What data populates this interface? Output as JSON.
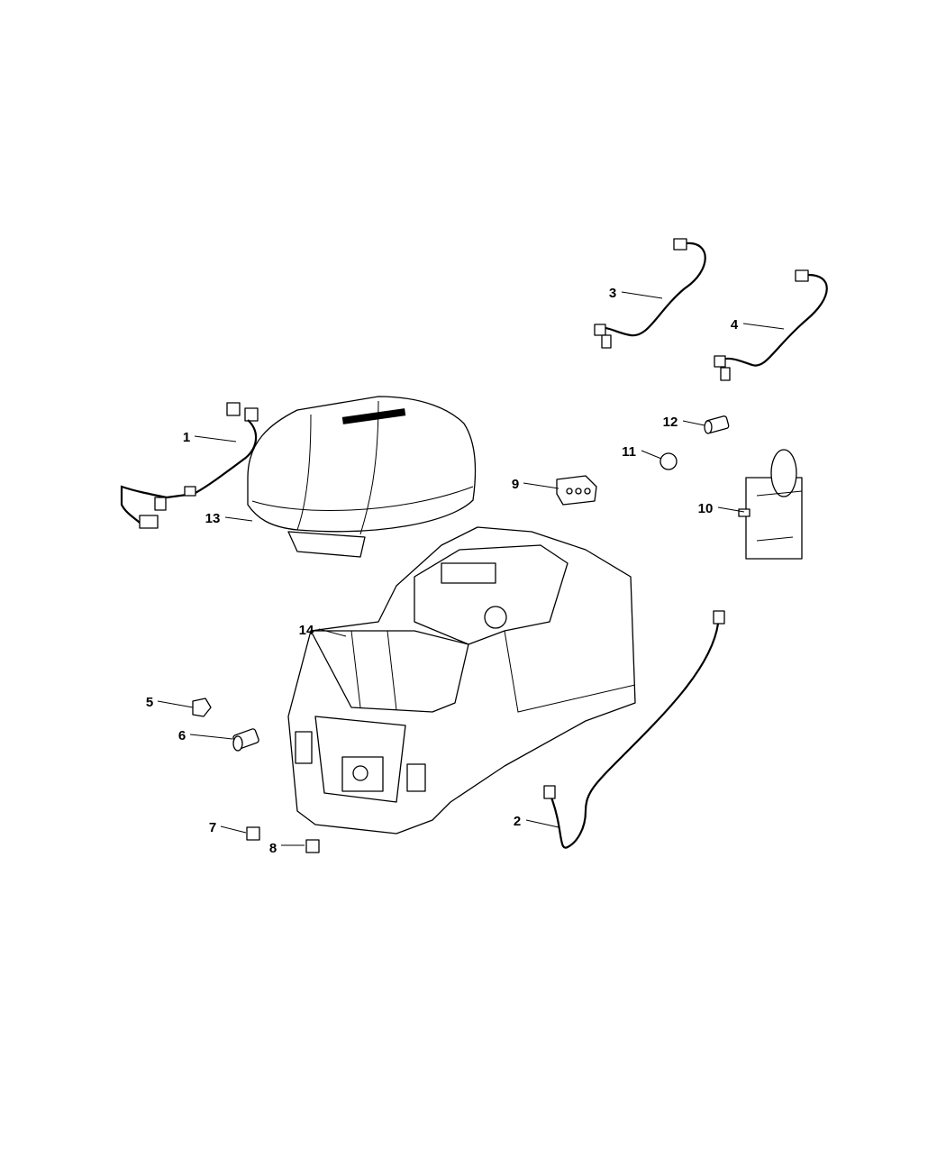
{
  "diagram": {
    "callouts": [
      {
        "number": "1",
        "part": "wiring-harness"
      },
      {
        "number": "2",
        "part": "wiring-harness"
      },
      {
        "number": "3",
        "part": "wiring-harness"
      },
      {
        "number": "4",
        "part": "wiring-harness"
      },
      {
        "number": "5",
        "part": "switch"
      },
      {
        "number": "6",
        "part": "power-outlet"
      },
      {
        "number": "7",
        "part": "connector"
      },
      {
        "number": "8",
        "part": "connector"
      },
      {
        "number": "9",
        "part": "usb-port"
      },
      {
        "number": "10",
        "part": "module"
      },
      {
        "number": "11",
        "part": "switch"
      },
      {
        "number": "12",
        "part": "power-outlet"
      },
      {
        "number": "13",
        "part": "armrest-lid"
      },
      {
        "number": "14",
        "part": "floor-console"
      }
    ]
  }
}
